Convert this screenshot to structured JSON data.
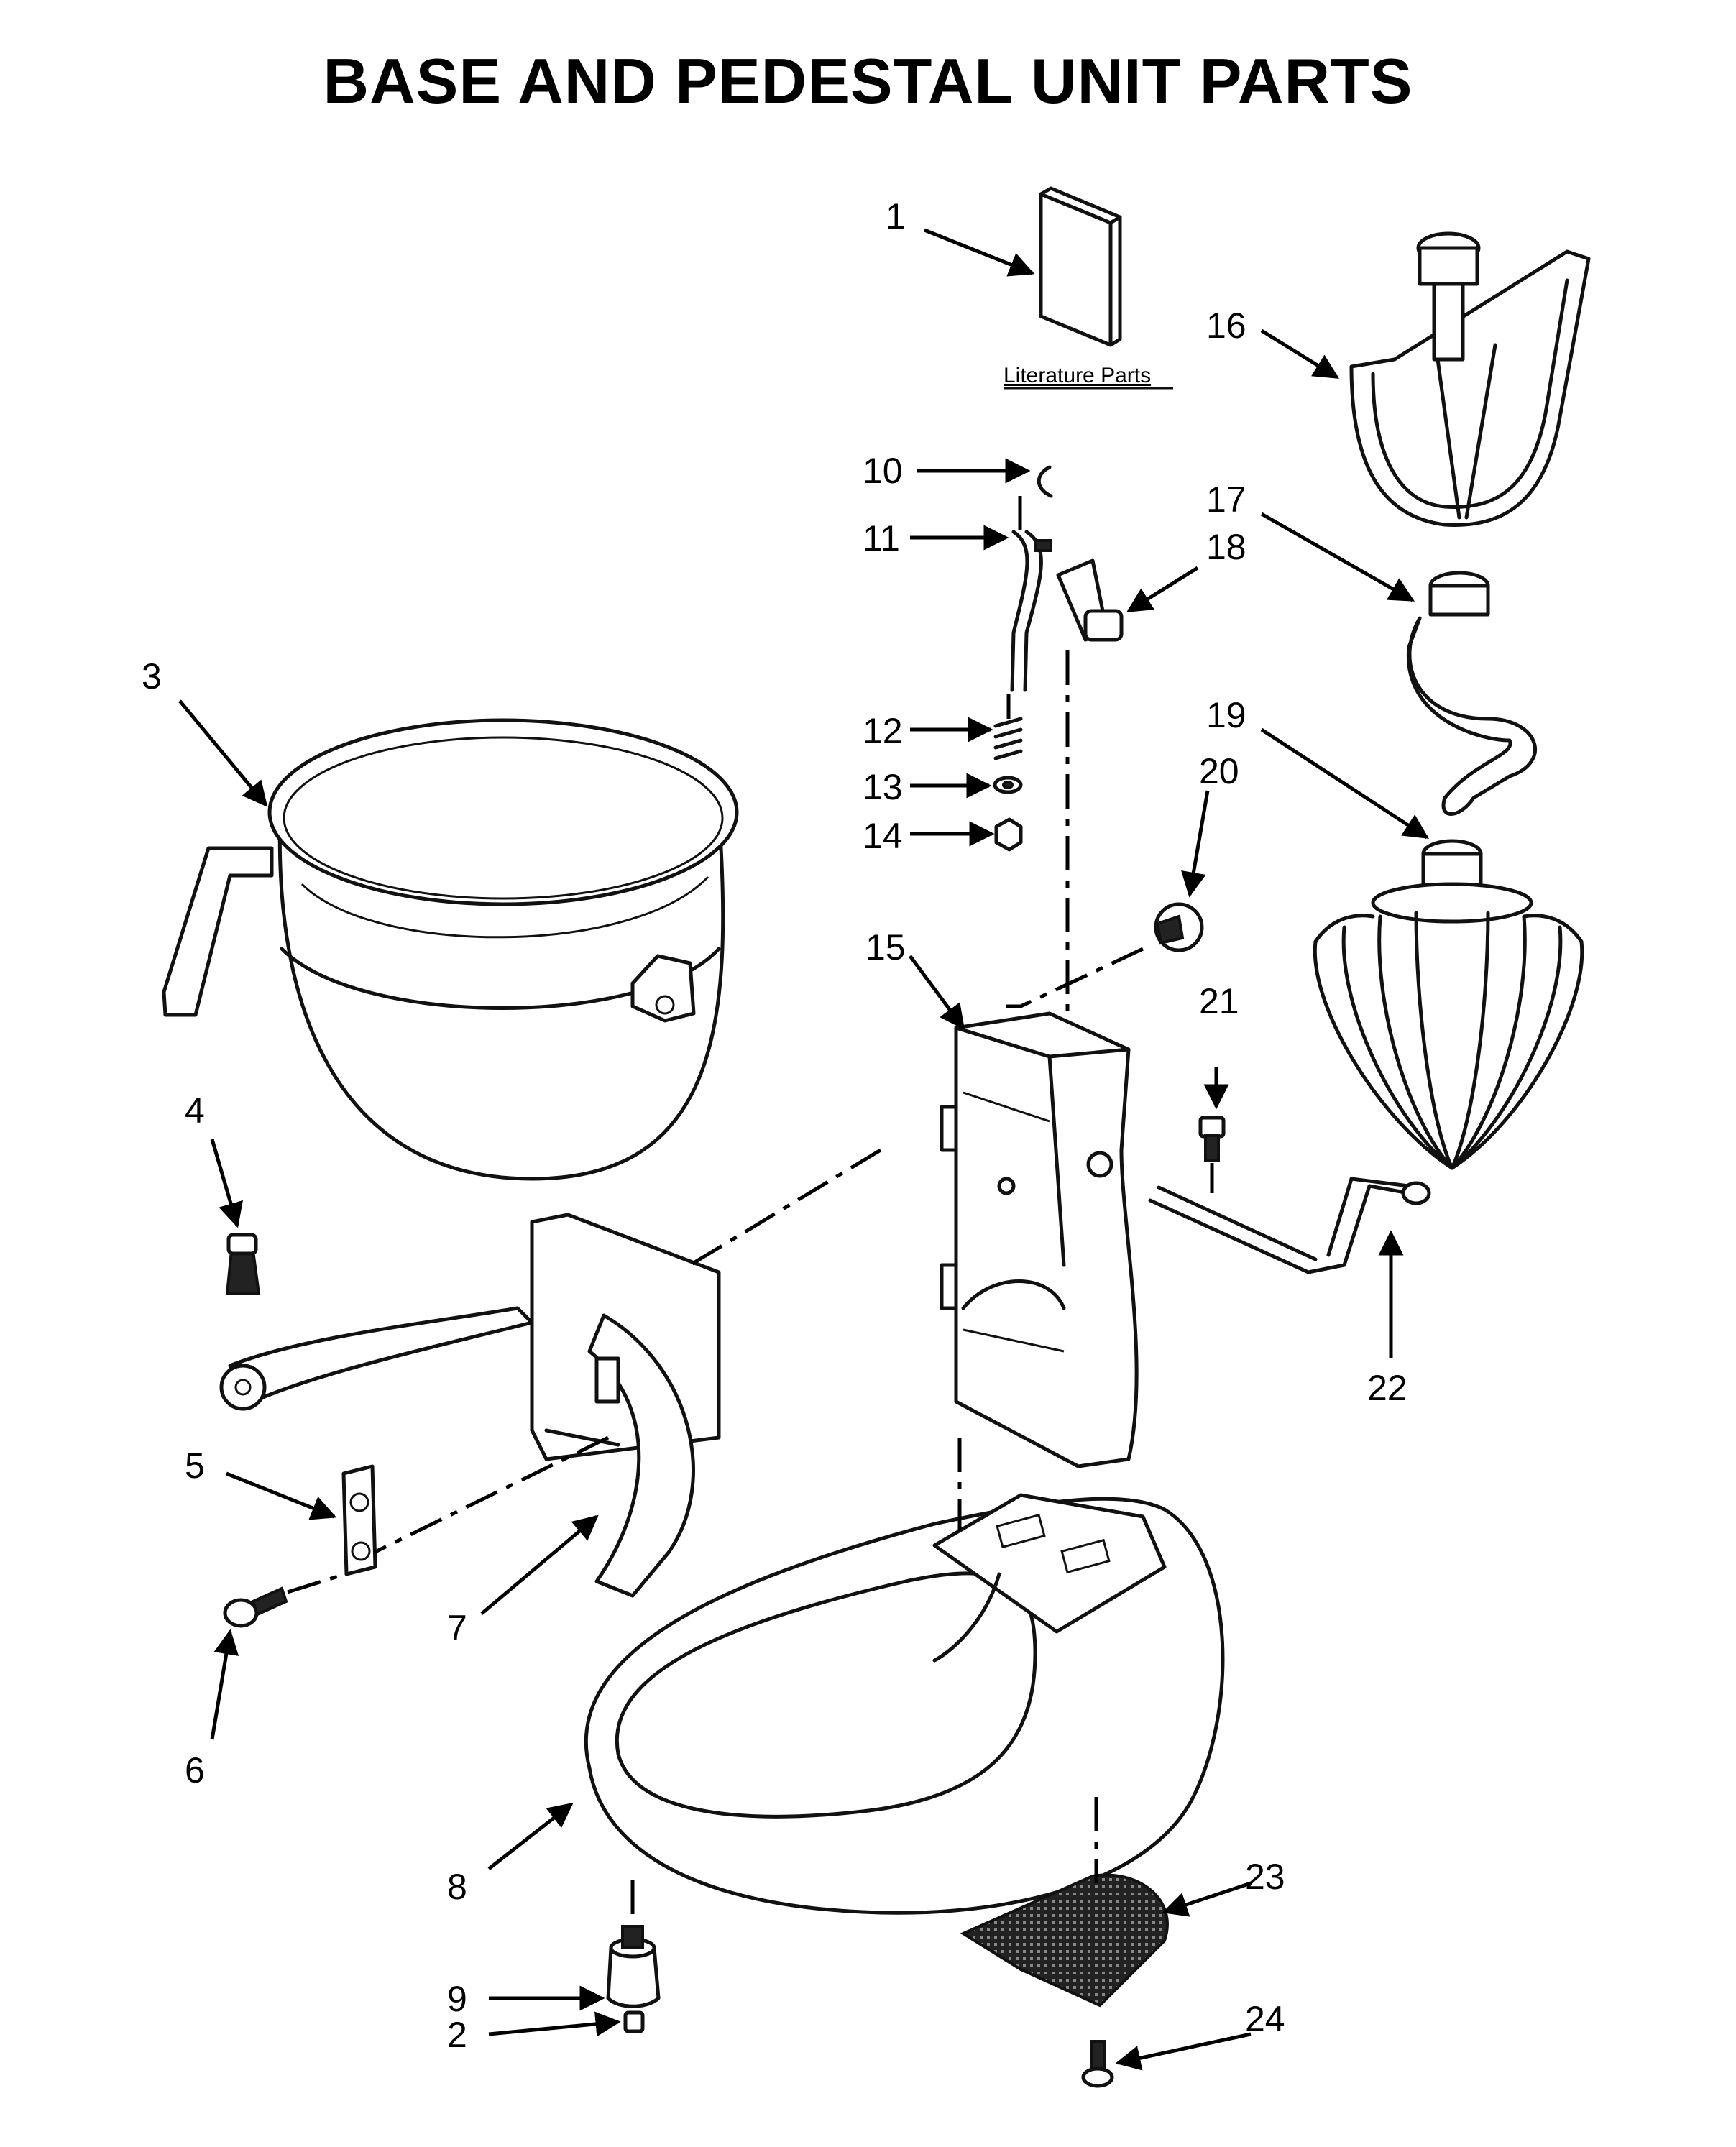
{
  "title": "BASE AND PEDESTAL UNIT PARTS",
  "literature_label": "Literature Parts",
  "callouts": [
    "1",
    "2",
    "3",
    "4",
    "5",
    "6",
    "7",
    "8",
    "9",
    "10",
    "11",
    "12",
    "13",
    "14",
    "15",
    "16",
    "17",
    "18",
    "19",
    "20",
    "21",
    "22",
    "23",
    "24"
  ]
}
